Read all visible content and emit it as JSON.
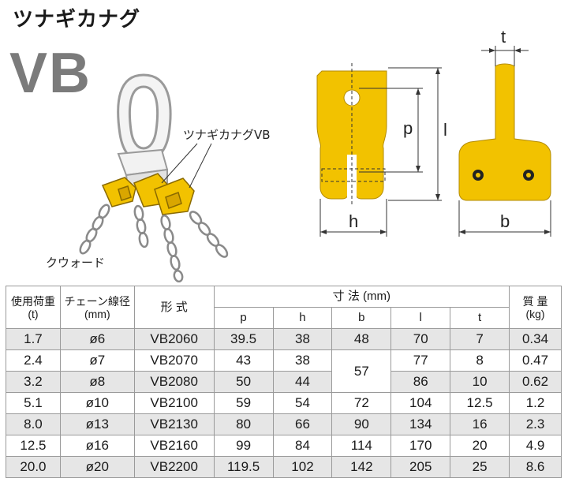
{
  "header": {
    "title": "ツナギカナグ",
    "model": "VB"
  },
  "illustration": {
    "label_vb": "ツナギカナグVB",
    "label_claw": "クウォード"
  },
  "drawing": {
    "label_p": "p",
    "label_l": "l",
    "label_h": "h",
    "label_t": "t",
    "label_b": "b"
  },
  "table": {
    "headers": {
      "load": "使用荷重",
      "load_unit": "(t)",
      "chain": "チェーン線径",
      "chain_unit": "(mm)",
      "model": "形 式",
      "dims": "寸 法 (mm)",
      "p": "p",
      "h": "h",
      "b": "b",
      "l": "l",
      "t": "t",
      "mass": "質 量",
      "mass_unit": "(kg)"
    },
    "rows": [
      {
        "load": "1.7",
        "chain": "ø6",
        "model": "VB2060",
        "p": "39.5",
        "h": "38",
        "b": "48",
        "l": "70",
        "t": "7",
        "mass": "0.34"
      },
      {
        "load": "2.4",
        "chain": "ø7",
        "model": "VB2070",
        "p": "43",
        "h": "38",
        "b": "57",
        "l": "77",
        "t": "8",
        "mass": "0.47"
      },
      {
        "load": "3.2",
        "chain": "ø8",
        "model": "VB2080",
        "p": "50",
        "h": "44",
        "b": "",
        "l": "86",
        "t": "10",
        "mass": "0.62"
      },
      {
        "load": "5.1",
        "chain": "ø10",
        "model": "VB2100",
        "p": "59",
        "h": "54",
        "b": "72",
        "l": "104",
        "t": "12.5",
        "mass": "1.2"
      },
      {
        "load": "8.0",
        "chain": "ø13",
        "model": "VB2130",
        "p": "80",
        "h": "66",
        "b": "90",
        "l": "134",
        "t": "16",
        "mass": "2.3"
      },
      {
        "load": "12.5",
        "chain": "ø16",
        "model": "VB2160",
        "p": "99",
        "h": "84",
        "b": "114",
        "l": "170",
        "t": "20",
        "mass": "4.9"
      },
      {
        "load": "20.0",
        "chain": "ø20",
        "model": "VB2200",
        "p": "119.5",
        "h": "102",
        "b": "142",
        "l": "205",
        "t": "25",
        "mass": "8.6"
      }
    ]
  },
  "colors": {
    "part_yellow": "#f2c200",
    "part_shade": "#d9a600",
    "row_shade": "#e6e6e6",
    "model_gray": "#7b7b7b"
  }
}
